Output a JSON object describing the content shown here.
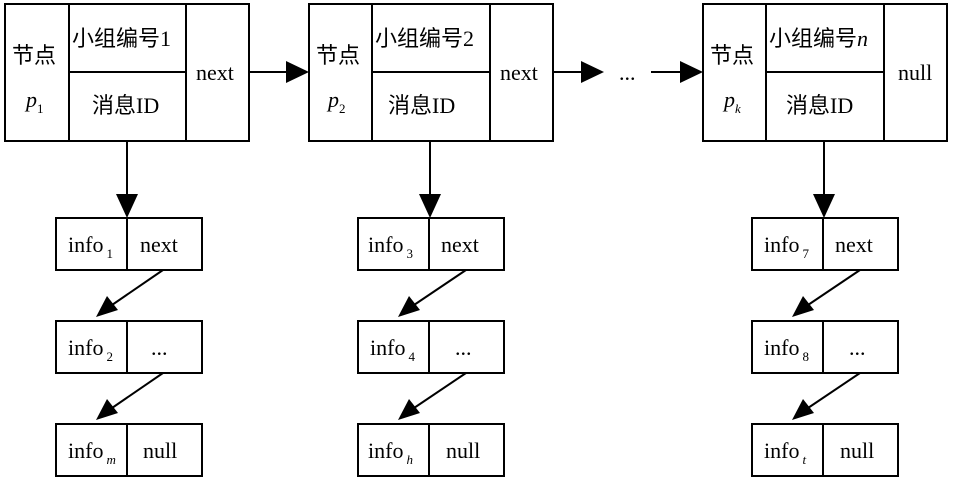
{
  "nodes": [
    {
      "node_label": "节点",
      "p_var": "p",
      "p_sub": "1",
      "group_label": "小组编号",
      "group_num": "1",
      "msg_label": "消息ID",
      "next_label": "next",
      "list": [
        {
          "name": "info",
          "sub": "1",
          "right": "next"
        },
        {
          "name": "info",
          "sub": "2",
          "right": "..."
        },
        {
          "name": "info",
          "sub": "m",
          "right": "null"
        }
      ]
    },
    {
      "node_label": "节点",
      "p_var": "p",
      "p_sub": "2",
      "group_label": "小组编号",
      "group_num": "2",
      "msg_label": "消息ID",
      "next_label": "next",
      "list": [
        {
          "name": "info",
          "sub": "3",
          "right": "next"
        },
        {
          "name": "info",
          "sub": "4",
          "right": "..."
        },
        {
          "name": "info",
          "sub": "h",
          "right": "null"
        }
      ]
    },
    {
      "node_label": "节点",
      "p_var": "p",
      "p_sub": "k",
      "group_label": "小组编号",
      "group_num": "n",
      "msg_label": "消息ID",
      "next_label": "null",
      "list": [
        {
          "name": "info",
          "sub": "7",
          "right": "next"
        },
        {
          "name": "info",
          "sub": "8",
          "right": "..."
        },
        {
          "name": "info",
          "sub": "t",
          "right": "null"
        }
      ]
    }
  ],
  "ellipsis": "..."
}
